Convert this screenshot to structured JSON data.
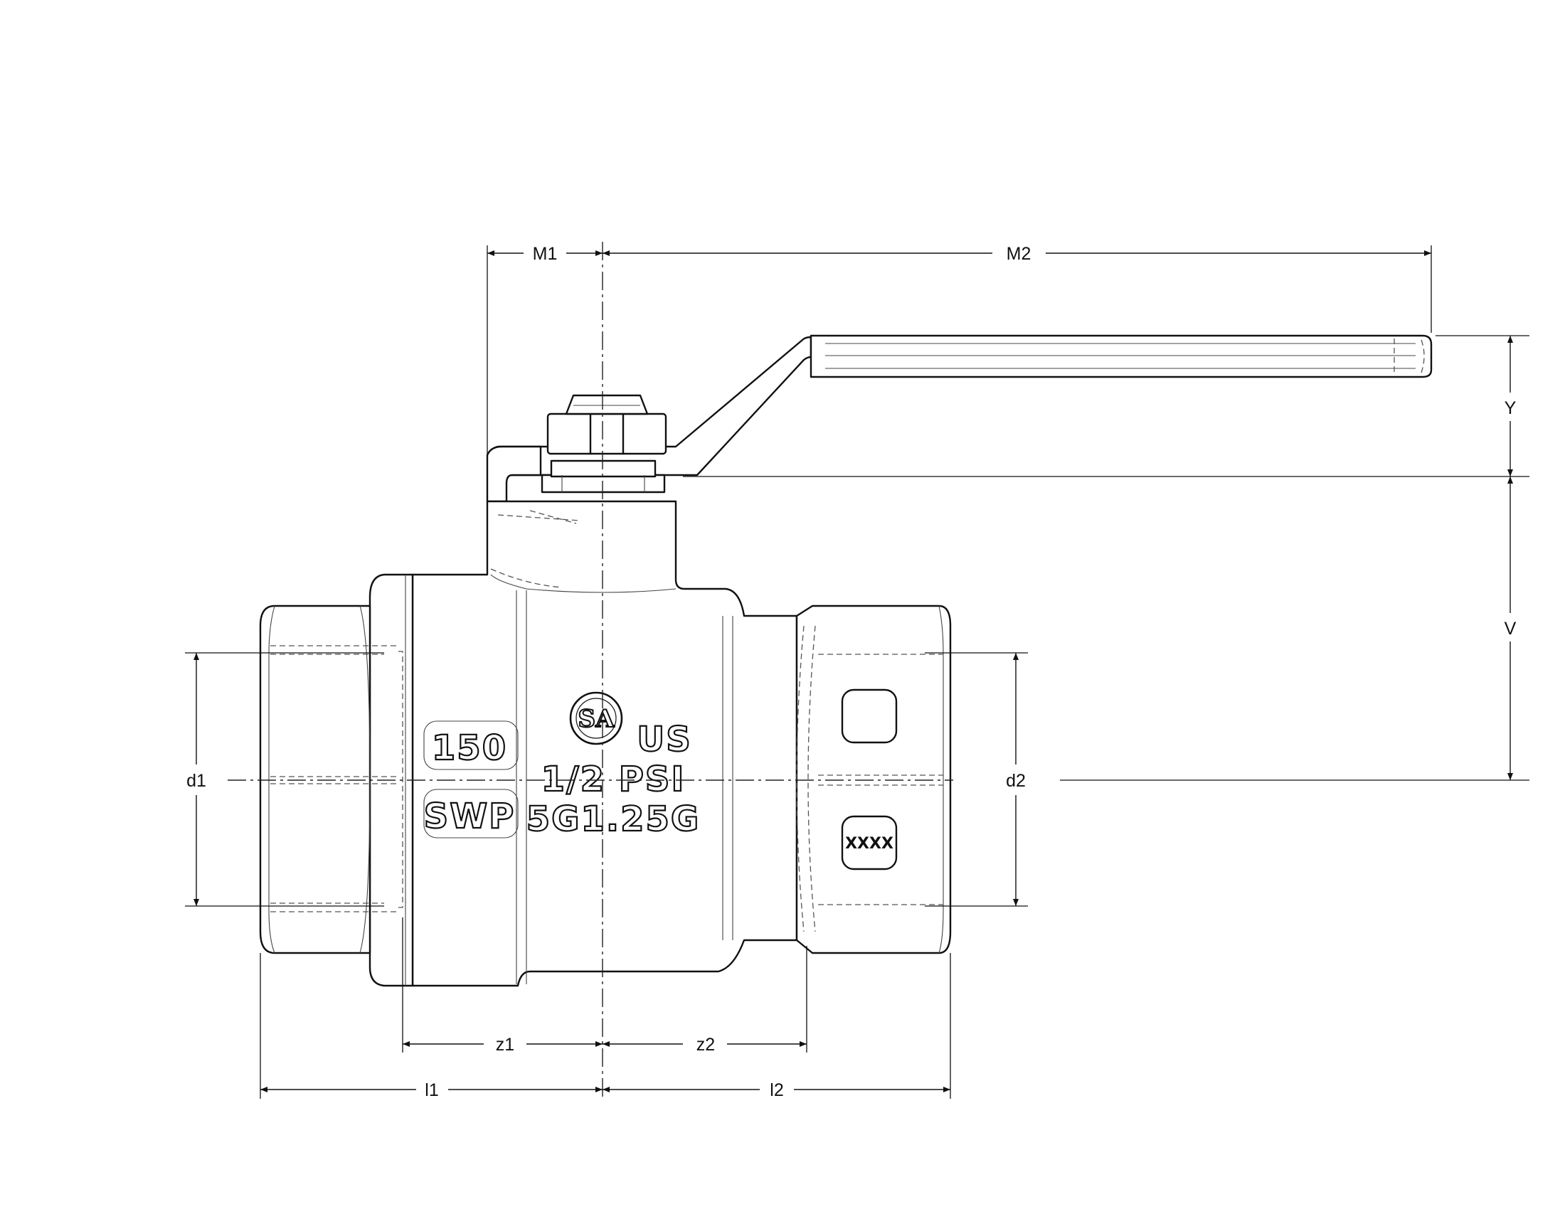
{
  "dimensions": {
    "m1": "M1",
    "m2": "M2",
    "y": "Y",
    "v": "V",
    "d1": "d1",
    "d2": "d2",
    "z1": "z1",
    "z2": "z2",
    "l1": "l1",
    "l2": "l2"
  },
  "body_markings": {
    "pressure_rating": "150",
    "pressure_unit": "SWP",
    "certification_logo": "SA",
    "certification_country": "US",
    "gas_rating": "1/2 PSI",
    "gas_class": "5G1.25G",
    "code_plate": "XXXX"
  }
}
